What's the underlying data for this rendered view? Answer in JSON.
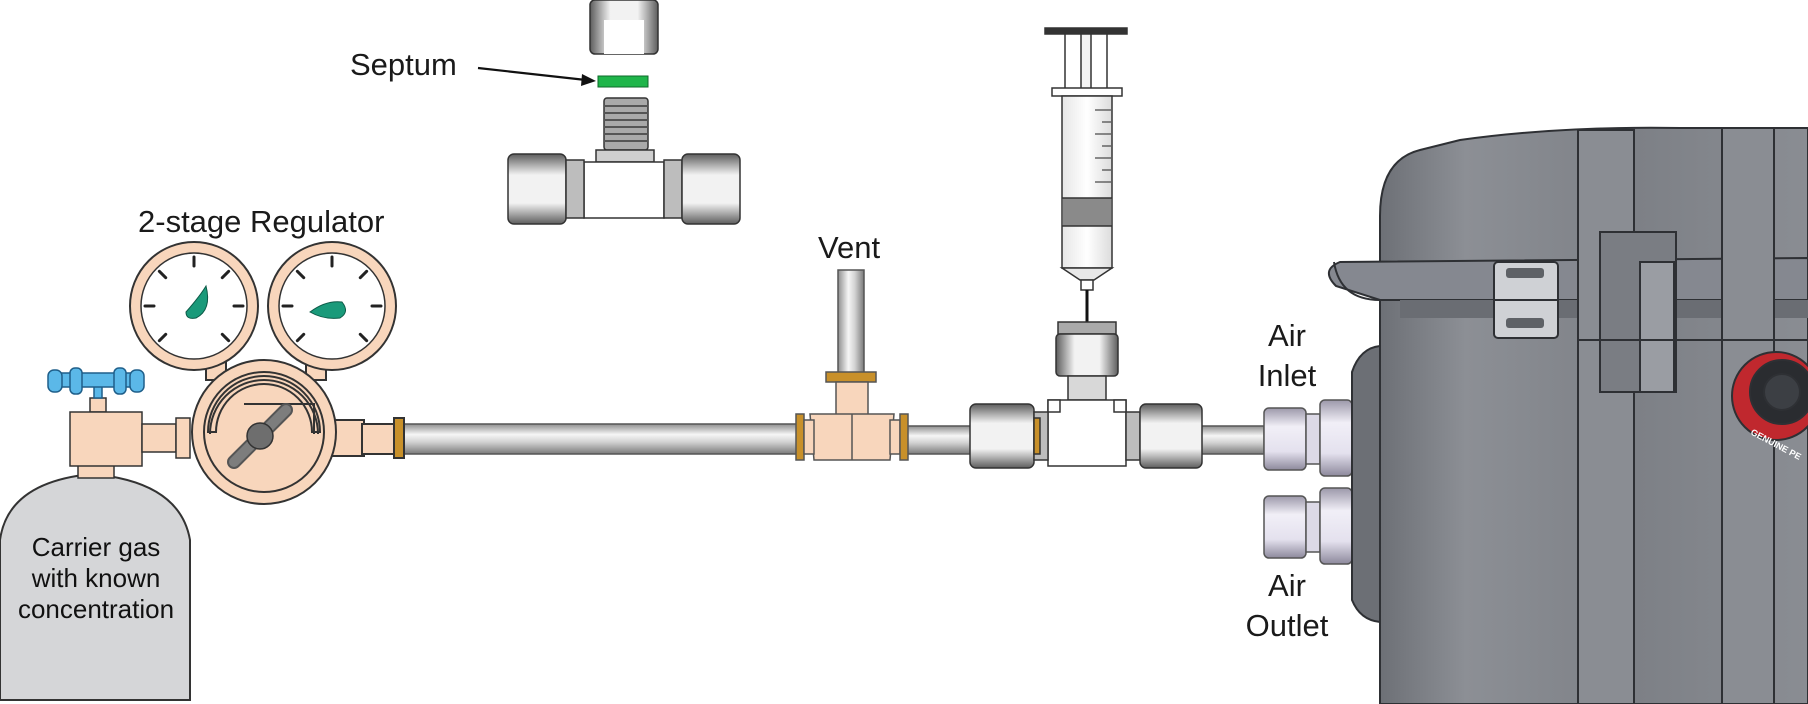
{
  "labels": {
    "septum": "Septum",
    "regulator": "2-stage Regulator",
    "vent": "Vent",
    "air_inlet_1": "Air",
    "air_inlet_2": "Inlet",
    "air_outlet_1": "Air",
    "air_outlet_2": "Outlet",
    "cylinder_1": "Carrier gas",
    "cylinder_2": "with known",
    "cylinder_3": "concentration",
    "case_badge": "GENUINE PE"
  },
  "colors": {
    "fitting_peach": "#f8d6bc",
    "brass": "#c8902a",
    "gauge_needle": "#1a9a7a",
    "valve_blue": "#5bb8e8",
    "septum_green": "#1fb54a",
    "case_gray": "#7c7f85",
    "nut_steel": "#9a9a9a",
    "cylinder_gray": "#d5d6d8",
    "badge_red": "#c0282e"
  }
}
